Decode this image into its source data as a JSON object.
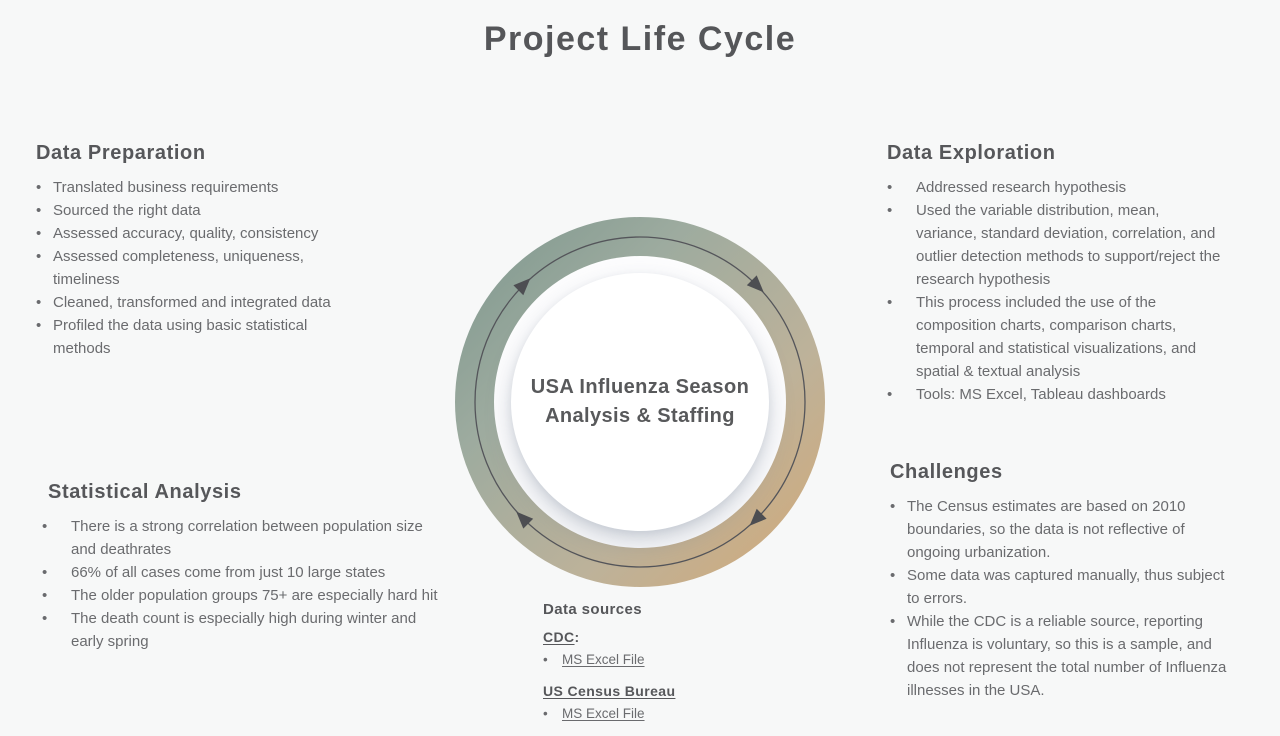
{
  "title": "Project Life Cycle",
  "ui": {
    "bullet": "•"
  },
  "center": {
    "line1": "USA Influenza Season",
    "line2": "Analysis & Staffing"
  },
  "sections": {
    "data_preparation": {
      "heading": "Data Preparation",
      "items": [
        "Translated business requirements",
        "Sourced the right data",
        "Assessed accuracy, quality, consistency",
        "Assessed completeness, uniqueness, timeliness",
        "Cleaned, transformed and integrated data",
        "Profiled the data using basic statistical methods"
      ]
    },
    "data_exploration": {
      "heading": "Data Exploration",
      "items": [
        "Addressed research hypothesis",
        "Used the variable distribution, mean, variance, standard deviation, correlation, and outlier detection methods to support/reject the research hypothesis",
        "This process included the use of the composition charts, comparison charts, temporal and statistical visualizations, and spatial & textual analysis",
        "Tools: MS Excel, Tableau dashboards"
      ]
    },
    "statistical_analysis": {
      "heading": "Statistical Analysis",
      "items": [
        "There is a strong correlation between population size and deathrates",
        "66% of all cases come from just 10 large states",
        "The older population groups 75+ are especially hard hit",
        "The death count is especially high during winter and early spring"
      ]
    },
    "challenges": {
      "heading": "Challenges",
      "items": [
        "The Census estimates are based on 2010 boundaries, so the data is not reflective of ongoing urbanization.",
        "Some data was captured manually, thus subject to errors.",
        "While the CDC is a reliable source, reporting Influenza is voluntary, so this is a sample, and does not represent the total number of Influenza illnesses in the USA."
      ]
    }
  },
  "data_sources": {
    "heading": "Data sources",
    "groups": [
      {
        "name": "CDC",
        "suffix": ":",
        "link": "MS Excel File"
      },
      {
        "name": "US Census Bureau",
        "suffix": "",
        "link": "MS Excel File"
      }
    ]
  },
  "colors": {
    "background": "#f7f8f8",
    "heading_text": "#56575a",
    "body_text": "#6a6b6e",
    "ring_green": "#7c968d",
    "ring_olive": "#9dab9f",
    "ring_tan": "#d4a976",
    "flow_line": "#54555a",
    "arrow": "#4d4e52"
  }
}
